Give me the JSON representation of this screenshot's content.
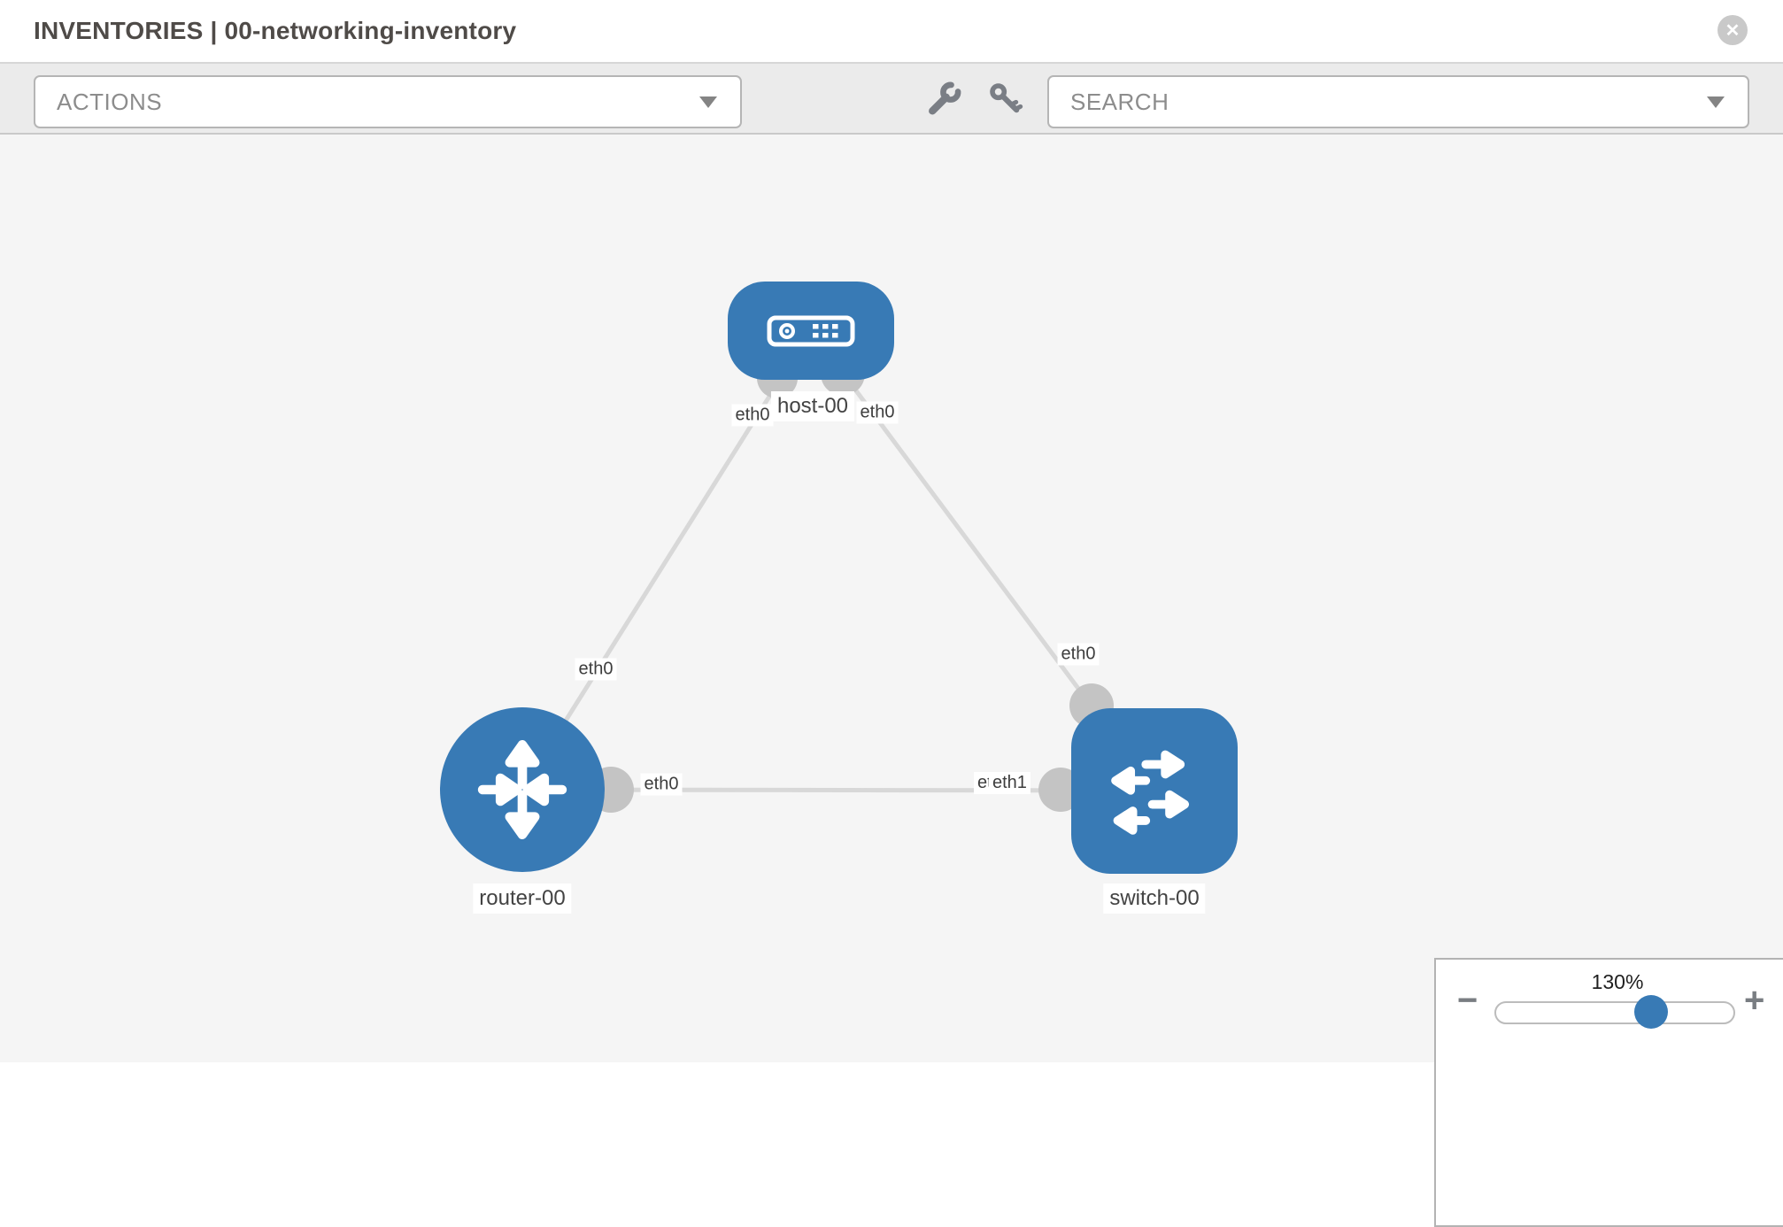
{
  "header": {
    "title": "INVENTORIES | 00-networking-inventory",
    "close_glyph": "✕"
  },
  "toolbar": {
    "actions_label": "ACTIONS",
    "search_placeholder": "SEARCH"
  },
  "topology": {
    "nodes": {
      "host": {
        "label": "host-00",
        "type": "host"
      },
      "router": {
        "label": "router-00",
        "type": "router"
      },
      "switch": {
        "label": "switch-00",
        "type": "switch"
      }
    },
    "interfaces": {
      "host_left_eth": "eth0",
      "host_right_eth": "eth0",
      "router_diag_eth": "eth0",
      "switch_diag_eth": "eth0",
      "router_horiz_eth": "eth0",
      "switch_horiz_eth_back": "eth1",
      "switch_horiz_eth_front": "eth1"
    },
    "colors": {
      "node_blue": "#387ab5",
      "link_gray": "#d8d8d8",
      "port_gray": "#c4c4c4"
    }
  },
  "zoom_control": {
    "level": "130%",
    "minus_label": "−",
    "plus_label": "+"
  }
}
